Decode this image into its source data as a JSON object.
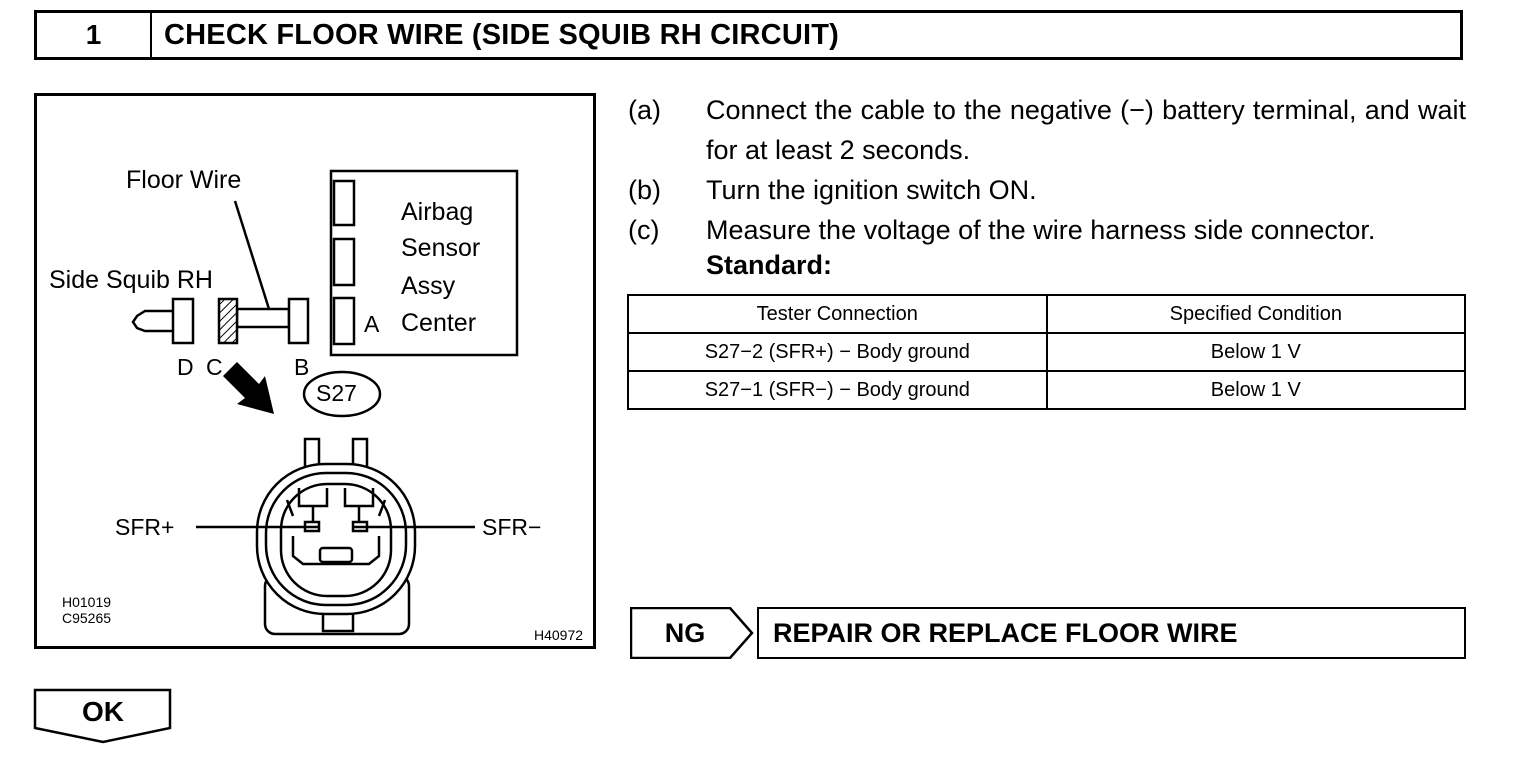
{
  "header": {
    "step_number": "1",
    "title": "CHECK FLOOR WIRE (SIDE SQUIB RH CIRCUIT)"
  },
  "figure": {
    "labels": {
      "floor_wire": "Floor Wire",
      "side_squib": "Side Squib RH",
      "airbag_line1": "Airbag",
      "airbag_line2": "Sensor",
      "airbag_line3": "Assy",
      "airbag_line4": "Center",
      "conn_a": "A",
      "conn_b": "B",
      "conn_c": "C",
      "conn_d": "D",
      "connector_id": "S27",
      "sfr_plus": "SFR+",
      "sfr_minus": "SFR−",
      "ref_code_1": "H01019",
      "ref_code_2": "C95265",
      "ref_code_3": "H40972"
    }
  },
  "steps": [
    {
      "marker": "(a)",
      "text": "Connect the cable to the negative (−) battery terminal, and wait for at least 2 seconds."
    },
    {
      "marker": "(b)",
      "text": "Turn the ignition switch ON."
    },
    {
      "marker": "(c)",
      "text": "Measure the voltage of the wire harness side connector."
    }
  ],
  "standard_label": "Standard:",
  "table": {
    "headers": [
      "Tester Connection",
      "Specified Condition"
    ],
    "rows": [
      [
        "S27−2 (SFR+) − Body ground",
        "Below 1 V"
      ],
      [
        "S27−1 (SFR−) − Body ground",
        "Below 1 V"
      ]
    ]
  },
  "ng": {
    "label": "NG",
    "action": "REPAIR OR REPLACE FLOOR WIRE"
  },
  "ok": {
    "label": "OK"
  }
}
